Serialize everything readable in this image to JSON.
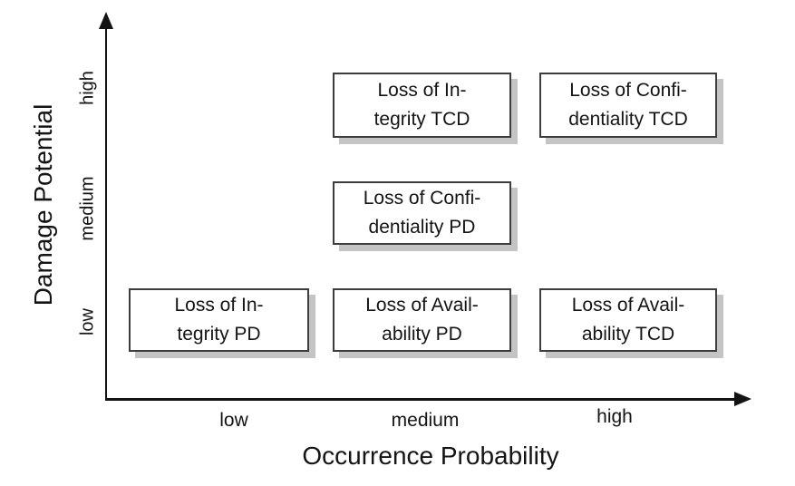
{
  "axes": {
    "x": {
      "title": "Occurrence Probability",
      "ticks": [
        "low",
        "medium",
        "high"
      ]
    },
    "y": {
      "title": "Damage Potential",
      "ticks": [
        "low",
        "medium",
        "high"
      ]
    }
  },
  "boxes": [
    {
      "label": "Loss of Integrity TCD",
      "line1": "Loss of In-",
      "line2": "tegrity TCD",
      "col": "medium",
      "row": "high"
    },
    {
      "label": "Loss of Confidentiality TCD",
      "line1": "Loss of Confi-",
      "line2": "dentiality TCD",
      "col": "high",
      "row": "high"
    },
    {
      "label": "Loss of Confidentiality PD",
      "line1": "Loss of Confi-",
      "line2": "dentiality PD",
      "col": "medium",
      "row": "medium"
    },
    {
      "label": "Loss of Integrity PD",
      "line1": "Loss of In-",
      "line2": "tegrity PD",
      "col": "low",
      "row": "low"
    },
    {
      "label": "Loss of Availability PD",
      "line1": "Loss of Avail-",
      "line2": "ability PD",
      "col": "medium",
      "row": "low"
    },
    {
      "label": "Loss of Availability TCD",
      "line1": "Loss of Avail-",
      "line2": "ability TCD",
      "col": "high",
      "row": "low"
    }
  ],
  "colors": {
    "background": "#ffffff",
    "axis": "#141414",
    "text": "#141414",
    "box_border": "#3d3d3d",
    "box_shadow": "#c4c4c4"
  },
  "chart_data": {
    "type": "scatter",
    "title": "",
    "xlabel": "Occurrence Probability",
    "ylabel": "Damage Potential",
    "x_ticks": [
      "low",
      "medium",
      "high"
    ],
    "y_ticks": [
      "low",
      "medium",
      "high"
    ],
    "grid": false,
    "legend": false,
    "points": [
      {
        "x": "medium",
        "y": "high",
        "label": "Loss of Integrity TCD"
      },
      {
        "x": "high",
        "y": "high",
        "label": "Loss of Confidentiality TCD"
      },
      {
        "x": "medium",
        "y": "medium",
        "label": "Loss of Confidentiality PD"
      },
      {
        "x": "low",
        "y": "low",
        "label": "Loss of Integrity PD"
      },
      {
        "x": "medium",
        "y": "low",
        "label": "Loss of Availability PD"
      },
      {
        "x": "high",
        "y": "low",
        "label": "Loss of Availability TCD"
      }
    ]
  }
}
